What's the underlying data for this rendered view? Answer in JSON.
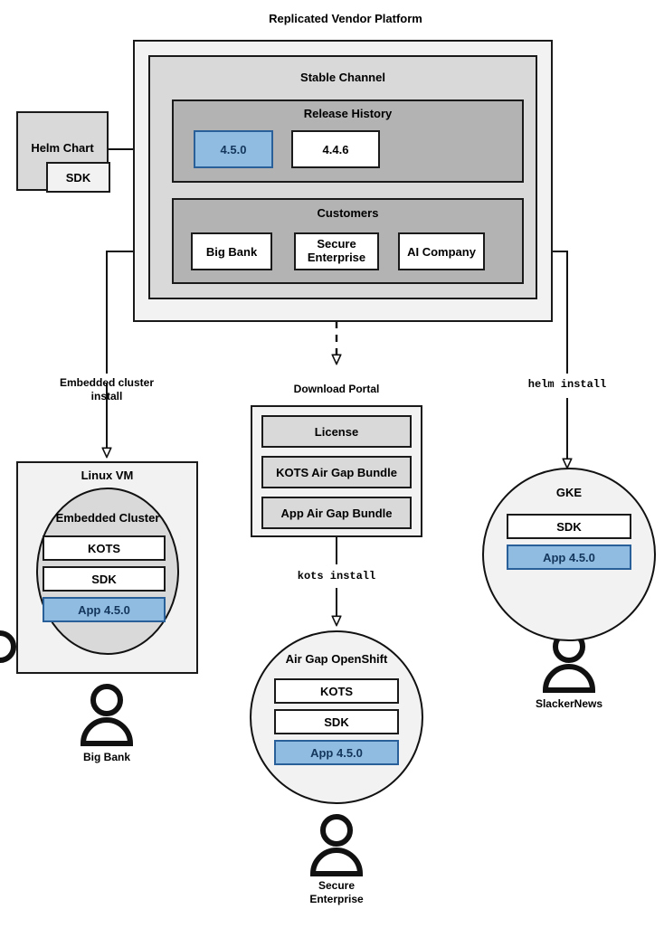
{
  "diagram": {
    "title": "Replicated Vendor Platform",
    "platform": {
      "channel_title": "Stable Channel",
      "release_history": {
        "title": "Release History",
        "releases": [
          {
            "label": "4.5.0",
            "state": "current"
          },
          {
            "label": "4.4.6",
            "state": "previous"
          }
        ]
      },
      "customers": {
        "title": "Customers",
        "items": [
          {
            "label": "Big Bank"
          },
          {
            "label": "Secure\nEnterprise"
          },
          {
            "label": "AI Company"
          }
        ]
      }
    },
    "helm_chart": {
      "label": "Helm Chart",
      "sdk_label": "SDK"
    },
    "flows": [
      {
        "label": "Embedded cluster\ninstall",
        "style": "plain"
      },
      {
        "label": "kots install",
        "style": "mono"
      },
      {
        "label": "helm install",
        "style": "mono"
      }
    ],
    "download_portal": {
      "title": "Download Portal",
      "items": [
        {
          "label": "License"
        },
        {
          "label": "KOTS Air Gap Bundle"
        },
        {
          "label": "App Air Gap Bundle"
        }
      ]
    },
    "targets": [
      {
        "name": "linux-vm",
        "title": "Linux VM",
        "inner_title": "Embedded Cluster",
        "components": [
          {
            "label": "KOTS",
            "state": "plain"
          },
          {
            "label": "SDK",
            "state": "plain"
          },
          {
            "label": "App 4.5.0",
            "state": "app"
          }
        ],
        "customer": "Big Bank"
      },
      {
        "name": "air-gap-openshift",
        "title": "Air Gap OpenShift",
        "components": [
          {
            "label": "KOTS",
            "state": "plain"
          },
          {
            "label": "SDK",
            "state": "plain"
          },
          {
            "label": "App 4.5.0",
            "state": "app"
          }
        ],
        "customer": "Secure\nEnterprise"
      },
      {
        "name": "gke",
        "title": "GKE",
        "components": [
          {
            "label": "SDK",
            "state": "plain"
          },
          {
            "label": "App 4.5.0",
            "state": "app"
          }
        ],
        "customer": "SlackerNews"
      }
    ],
    "colors": {
      "accent_fill": "#8fbce0",
      "accent_border": "#2a6099",
      "accent_text": "#14365c",
      "grey_outer": "#f2f2f2",
      "grey_mid": "#d9d9d9",
      "grey_inner": "#b3b3b3",
      "stroke": "#1a1a1a"
    }
  }
}
